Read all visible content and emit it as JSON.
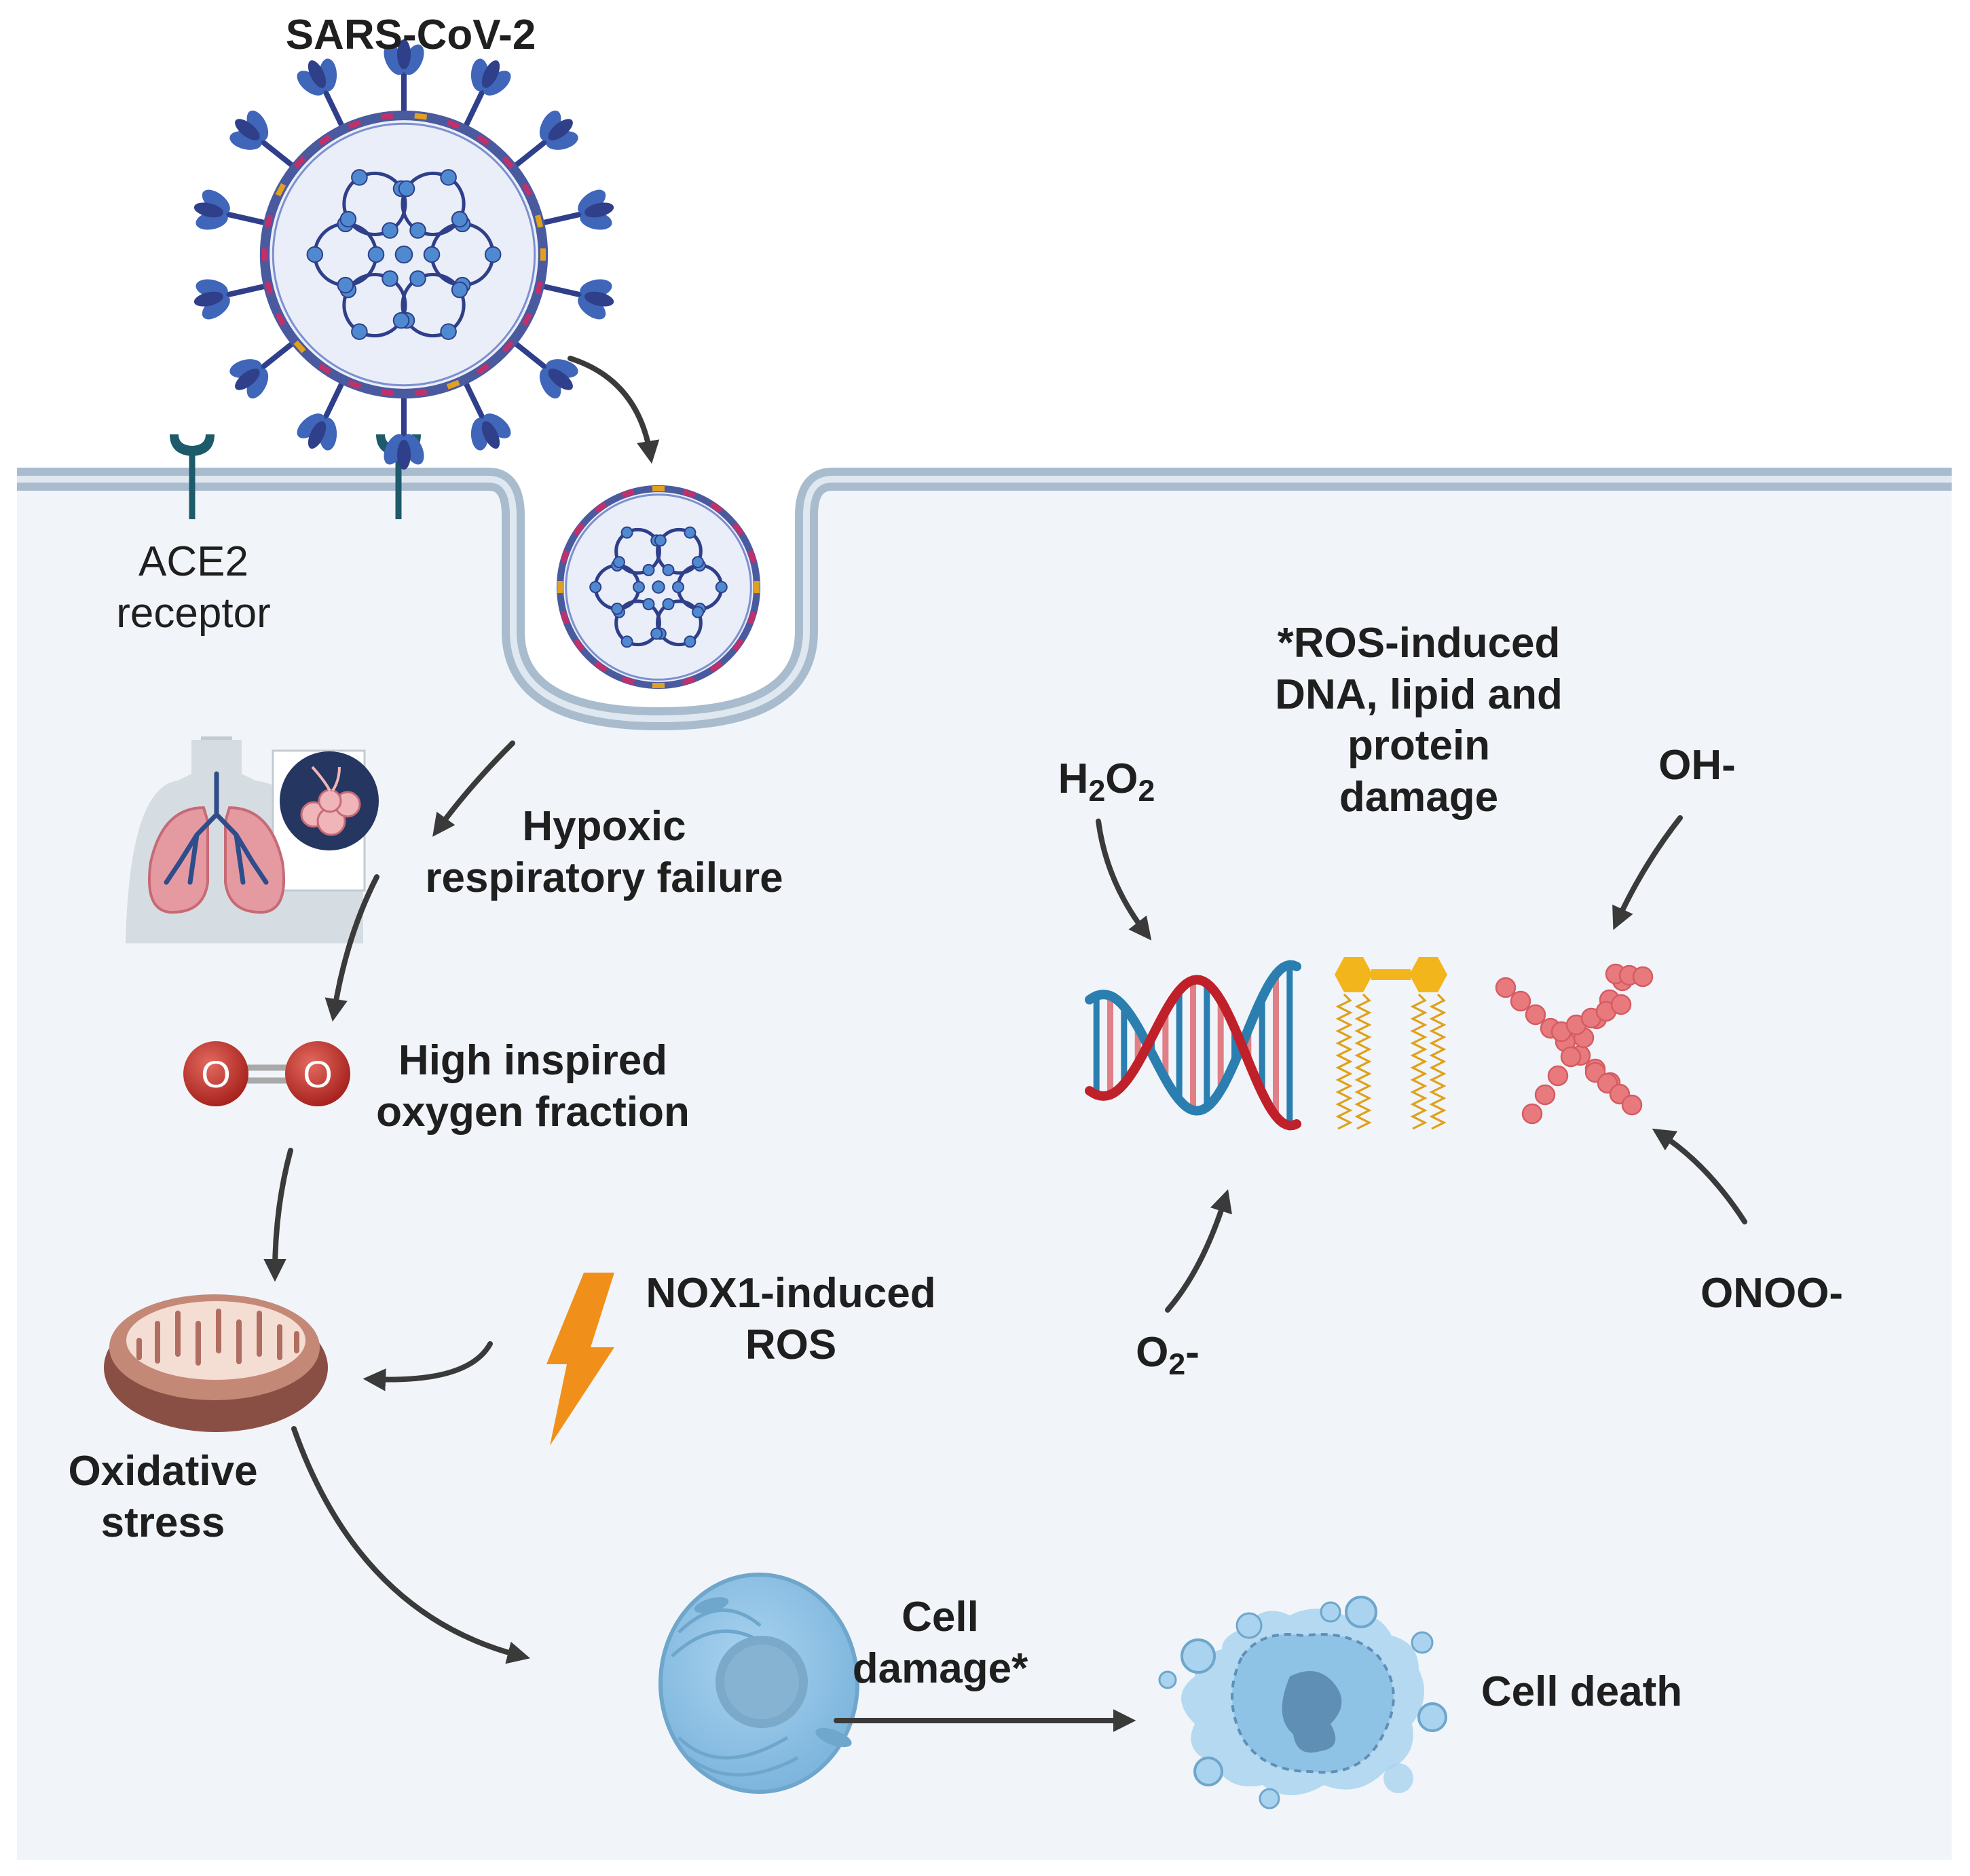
{
  "virus": {
    "title": "SARS-CoV-2"
  },
  "receptor": {
    "line1": "ACE2",
    "line2": "receptor"
  },
  "hypoxic": {
    "line1": "Hypoxic",
    "line2": "respiratory failure"
  },
  "oxygen": {
    "line1": "High inspired",
    "line2": "oxygen fraction",
    "atom_symbol": "O"
  },
  "nox": {
    "line1": "NOX1-induced",
    "line2": "ROS"
  },
  "oxidative": {
    "line1": "Oxidative",
    "line2": "stress"
  },
  "damage_caption": {
    "line1": "*ROS-induced",
    "line2": "DNA, lipid and",
    "line3": "protein",
    "line4": "damage"
  },
  "species": {
    "h2o2": {
      "a": "H",
      "a_sub": "2",
      "b": "O",
      "b_sub": "2"
    },
    "oh": "OH-",
    "o2": {
      "a": "O",
      "a_sub": "2",
      "b": "-"
    },
    "onoo": "ONOO-"
  },
  "cell_damage": {
    "line1": "Cell",
    "line2": "damage*"
  },
  "cell_death": {
    "label": "Cell death"
  },
  "colors": {
    "cytoplasm": "#f1f5f9",
    "membrane": "#a8bcce",
    "virus_blue": "#3f66b8",
    "virus_dark": "#2f3f8a",
    "spike_red": "#c0306a",
    "oxygen_red": "#c73a33",
    "mitochondria": "#b97a68",
    "lightning": "#f0901b",
    "dna_red": "#c0202a",
    "dna_blue": "#2a7fb0",
    "lipid_gold": "#f3b51c",
    "protein_pink": "#e87a7e",
    "cell_blue": "#8fc3e6",
    "arrow": "#3a3a3a"
  }
}
